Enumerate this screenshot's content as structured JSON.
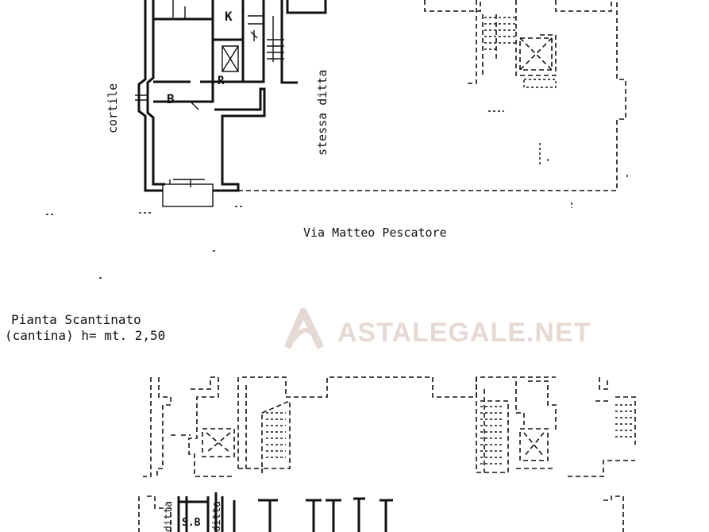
{
  "labels": {
    "room_k": "K",
    "room_b": "B",
    "room_r": "R",
    "courtyard": "cortile",
    "same_company": "stessa ditta",
    "street": "Via Matteo Pescatore",
    "basement_title": "Pianta Scantinato",
    "basement_subtitle": "(cantina) h= mt. 2,50",
    "basement_ditta_1": "ditta",
    "basement_ditta_2": "ditta",
    "basement_sb": "S.B"
  },
  "watermark": {
    "text": "ASTALEGALE.NET",
    "logo": "astalegale-logo-icon",
    "color": "#e6d9d3"
  }
}
